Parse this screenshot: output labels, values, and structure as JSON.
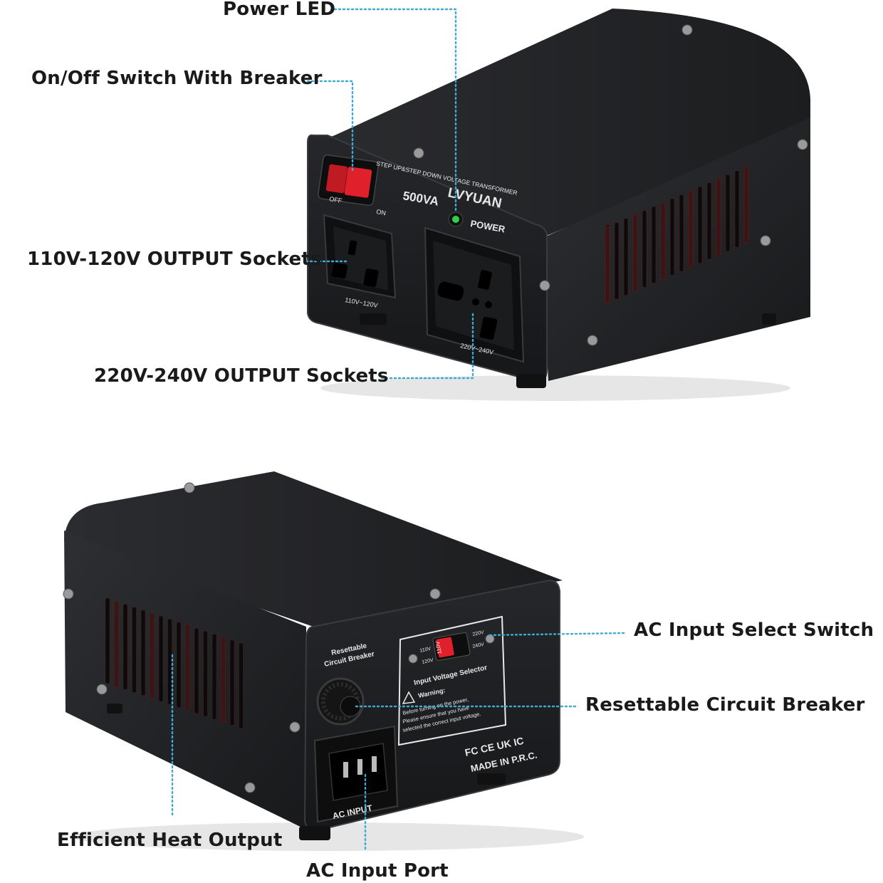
{
  "callouts": {
    "power_led": "Power LED",
    "on_off_switch": "On/Off Switch With Breaker",
    "output_110": "110V-120V OUTPUT Sockets",
    "output_220": "220V-240V OUTPUT Sockets",
    "ac_select": "AC Input Select Switch",
    "breaker": "Resettable Circuit Breaker",
    "heat": "Efficient Heat Output",
    "ac_port": "AC Input Port"
  },
  "front_panel": {
    "off": "OFF",
    "on": "ON",
    "model": "STEP UP&STEP DOWN VOLTAGE TRANSFORMER",
    "rating": "500VA",
    "brand": "LVYUAN",
    "power": "POWER",
    "socket_110": "110V~120V",
    "socket_220": "220V~240V"
  },
  "rear_panel": {
    "breaker_label_1": "Resettable",
    "breaker_label_2": "Circuit Breaker",
    "sel_110_a": "110V",
    "sel_110_b": "120V",
    "sel_220_a": "220V",
    "sel_220_b": "240V",
    "switch_text": "110V",
    "selector_title": "Input Voltage Selector",
    "warning_title": "Warning:",
    "warning_1": "Before turning on the power,",
    "warning_2": "Please ensure that you have",
    "warning_3": "selected the correct input voltage.",
    "marks": "FC CE UK IC",
    "made_in": "MADE IN P.R.C.",
    "ac_input": "AC INPUT"
  },
  "colors": {
    "leader": "#3ea8d6",
    "body": "#2a2b2d",
    "switch_red": "#e0202a",
    "led_green": "#2fd04a"
  }
}
